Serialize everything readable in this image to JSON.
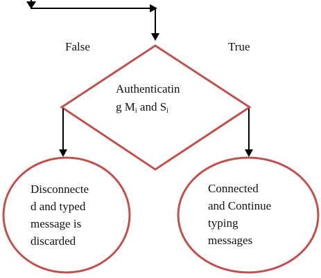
{
  "branches": {
    "false_label": "False",
    "true_label": "True"
  },
  "decision": {
    "line1": "Authenticatin",
    "line2_prefix": "g  M",
    "sub1": "i",
    "line2_mid": " and  S",
    "sub2": "i"
  },
  "outcome_false": {
    "lines": [
      "Disconnecte",
      "d and typed",
      "message is",
      "discarded"
    ]
  },
  "outcome_true": {
    "lines": [
      "Connected",
      "and Continue",
      "typing",
      "messages"
    ]
  },
  "colors": {
    "shape_stroke": "#c0504d",
    "connector": "#000000",
    "text": "#111111"
  }
}
